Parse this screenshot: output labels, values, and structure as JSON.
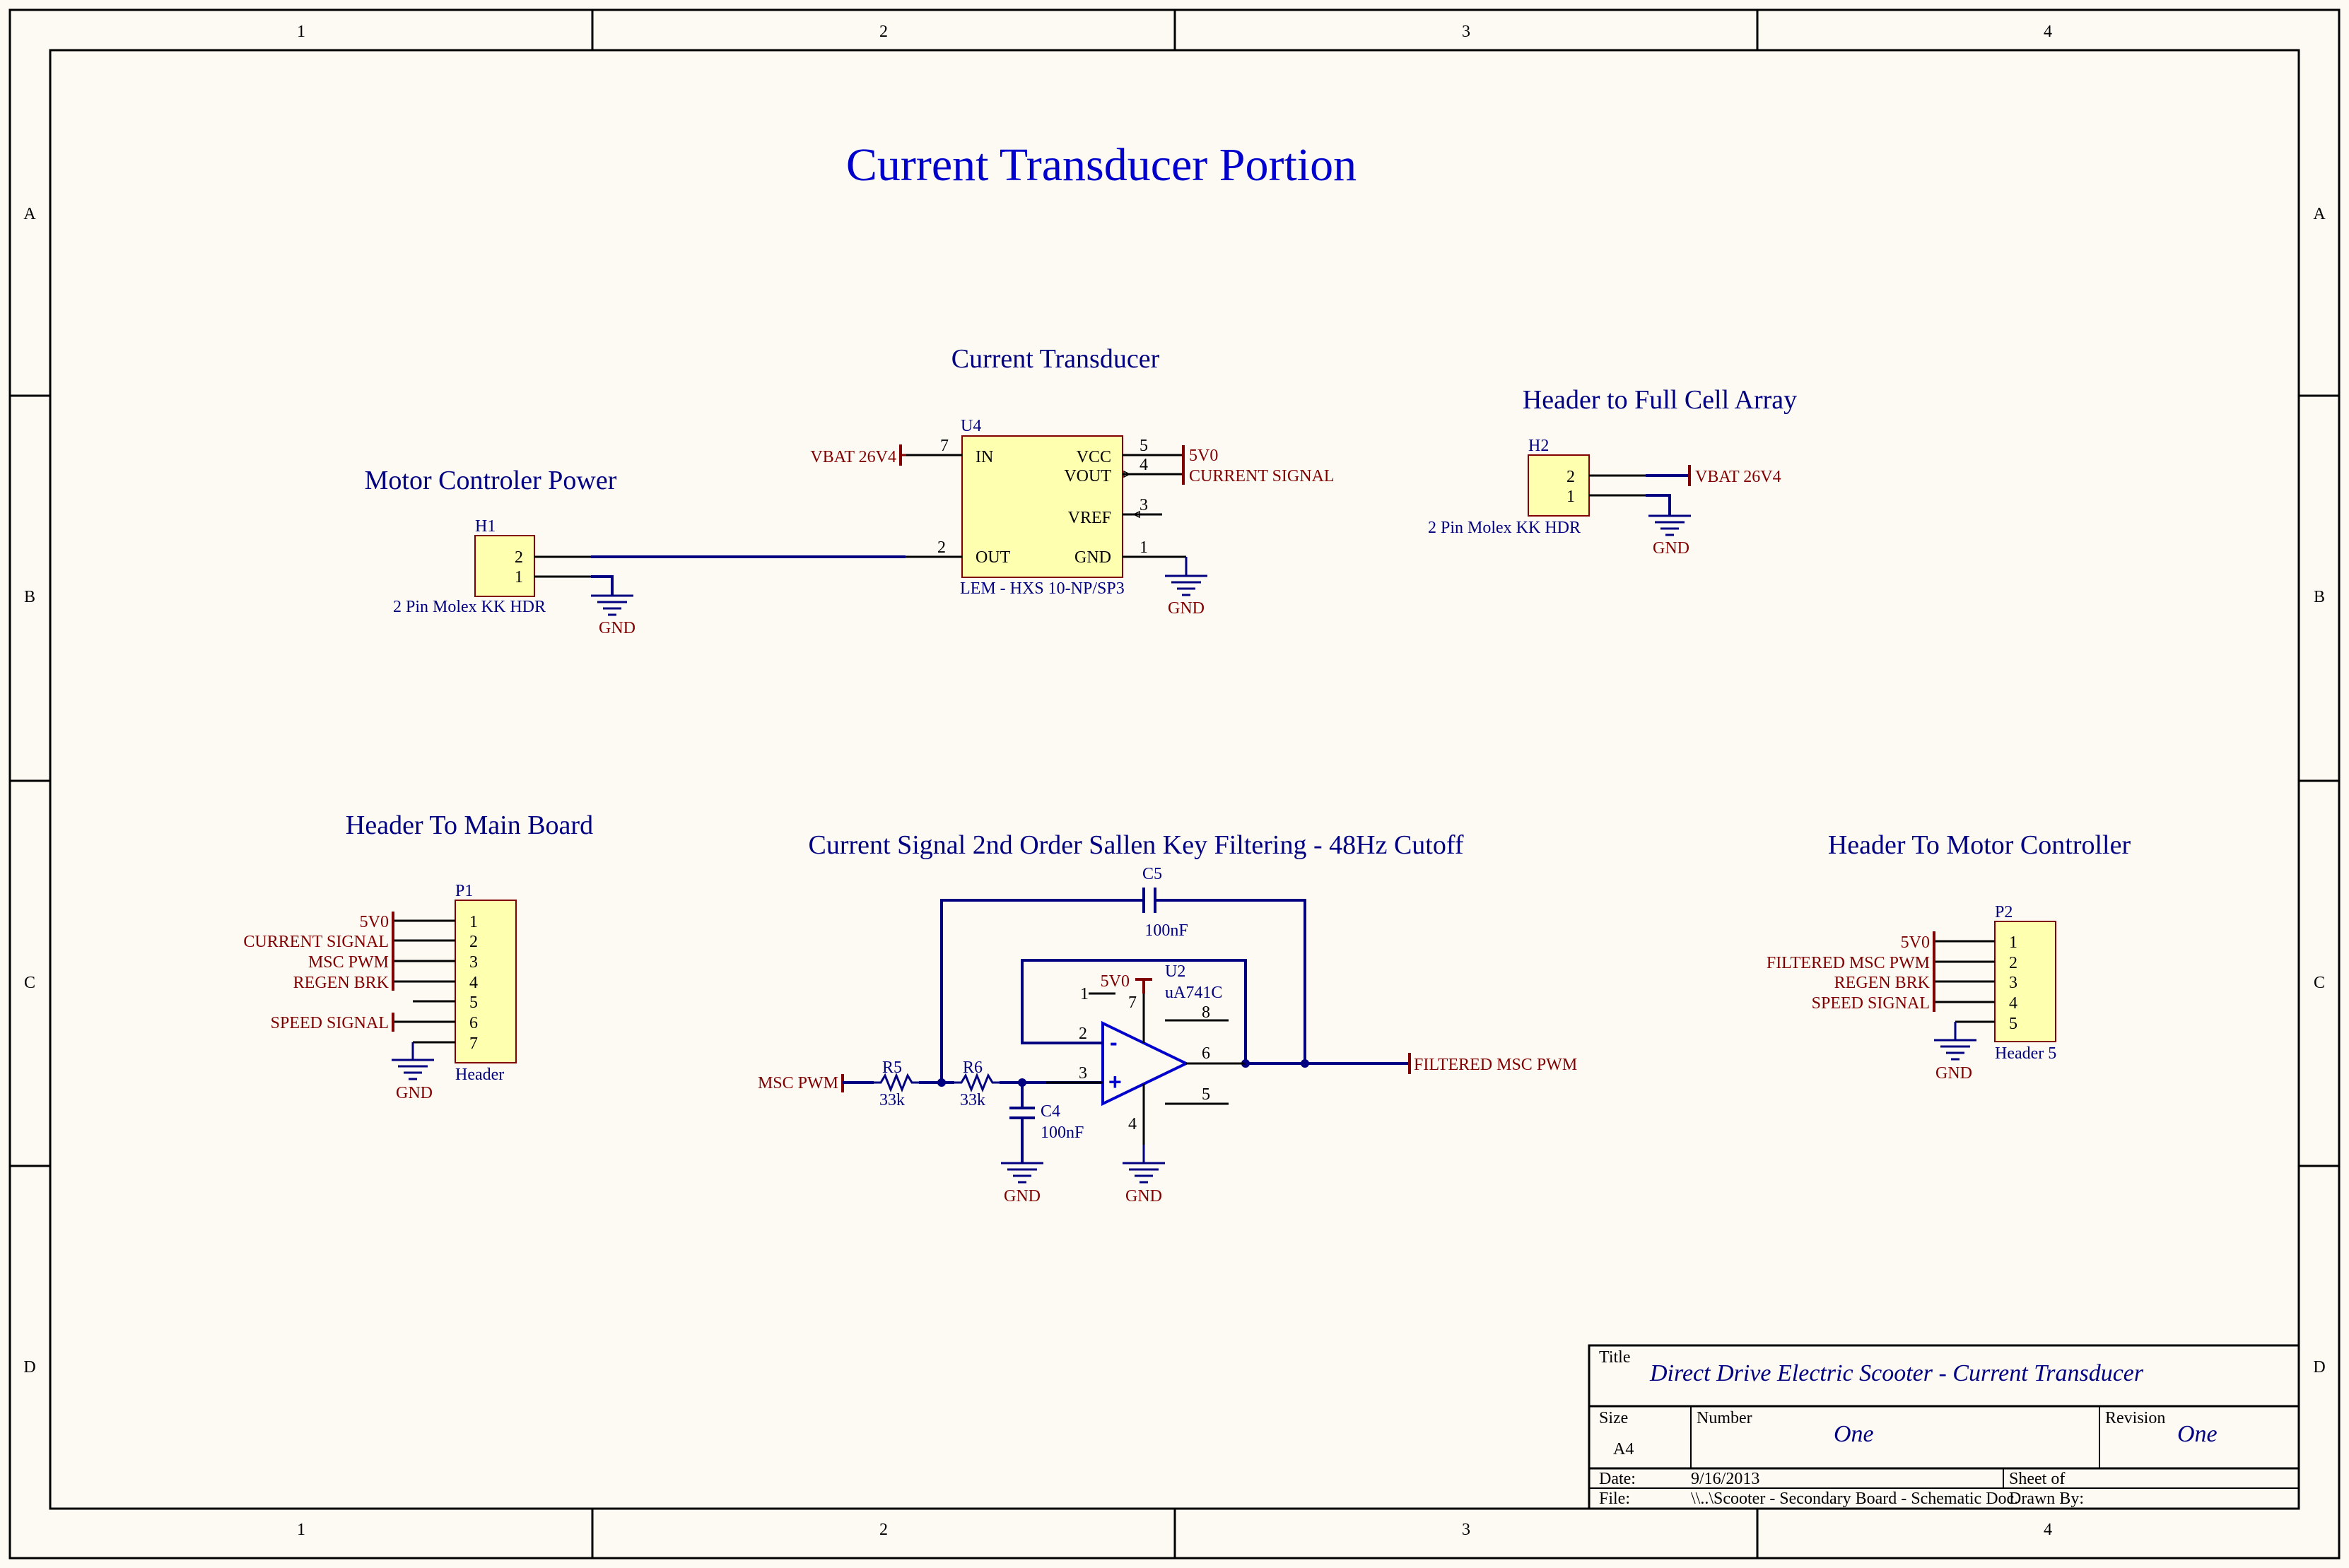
{
  "frame": {
    "col_labels": [
      "1",
      "2",
      "3",
      "4"
    ],
    "row_labels": [
      "A",
      "B",
      "C",
      "D"
    ]
  },
  "page_title": "Current Transducer Portion",
  "sections": {
    "current_transducer": "Current Transducer",
    "motor_power": "Motor Controler Power",
    "header_full_cell": "Header to Full Cell Array",
    "header_main": "Header To Main Board",
    "filter": "Current Signal 2nd Order Sallen Key Filtering - 48Hz Cutoff",
    "header_motor": "Header To Motor Controller"
  },
  "u4": {
    "ref": "U4",
    "part": "LEM - HXS 10-NP/SP3",
    "pins": {
      "in": "IN",
      "vcc": "VCC",
      "vout": "VOUT",
      "vref": "VREF",
      "out": "OUT",
      "gnd": "GND"
    },
    "pin_numbers": {
      "in": "7",
      "vcc": "5",
      "vout": "4",
      "vref": "3",
      "out": "2",
      "gnd": "1"
    }
  },
  "h1": {
    "ref": "H1",
    "part": "2 Pin Molex KK HDR",
    "pins": [
      "2",
      "1"
    ]
  },
  "h2": {
    "ref": "H2",
    "part": "2 Pin Molex KK HDR",
    "pins": [
      "2",
      "1"
    ]
  },
  "p1": {
    "ref": "P1",
    "part": "Header",
    "pins": [
      "1",
      "2",
      "3",
      "4",
      "5",
      "6",
      "7"
    ]
  },
  "p2": {
    "ref": "P2",
    "part": "Header 5",
    "pins": [
      "1",
      "2",
      "3",
      "4",
      "5"
    ]
  },
  "nets": {
    "vbat": "VBAT 26V4",
    "v5": "5V0",
    "current_signal": "CURRENT SIGNAL",
    "gnd": "GND",
    "msc_pwm": "MSC PWM",
    "regen_brk": "REGEN BRK",
    "speed_signal": "SPEED SIGNAL",
    "filtered_msc_pwm": "FILTERED MSC PWM"
  },
  "filter": {
    "c5": {
      "ref": "C5",
      "value": "100nF"
    },
    "c4": {
      "ref": "C4",
      "value": "100nF"
    },
    "r5": {
      "ref": "R5",
      "value": "33k"
    },
    "r6": {
      "ref": "R6",
      "value": "33k"
    },
    "u2": {
      "ref": "U2",
      "part": "uA741C",
      "pins": [
        "1",
        "2",
        "3",
        "4",
        "5",
        "6",
        "7",
        "8"
      ],
      "minus": "-",
      "plus": "+"
    }
  },
  "title_block": {
    "title_label": "Title",
    "title": "Direct Drive Electric Scooter - Current Transducer",
    "size_label": "Size",
    "size": "A4",
    "number_label": "Number",
    "number": "One",
    "revision_label": "Revision",
    "revision": "One",
    "date_label": "Date:",
    "date": "9/16/2013",
    "sheet_label": "Sheet    of",
    "file_label": "File:",
    "file": "\\\\..\\Scooter - Secondary Board - Schematic Doc.",
    "drawn_label": "Drawn By:"
  },
  "colors": {
    "frame": "#000000",
    "wire": "#000080",
    "net": "#800000",
    "blue_text": "#0000cc",
    "part_fill": "#ffffb0",
    "part_stroke": "#800000",
    "background": "#fdfaf4"
  }
}
